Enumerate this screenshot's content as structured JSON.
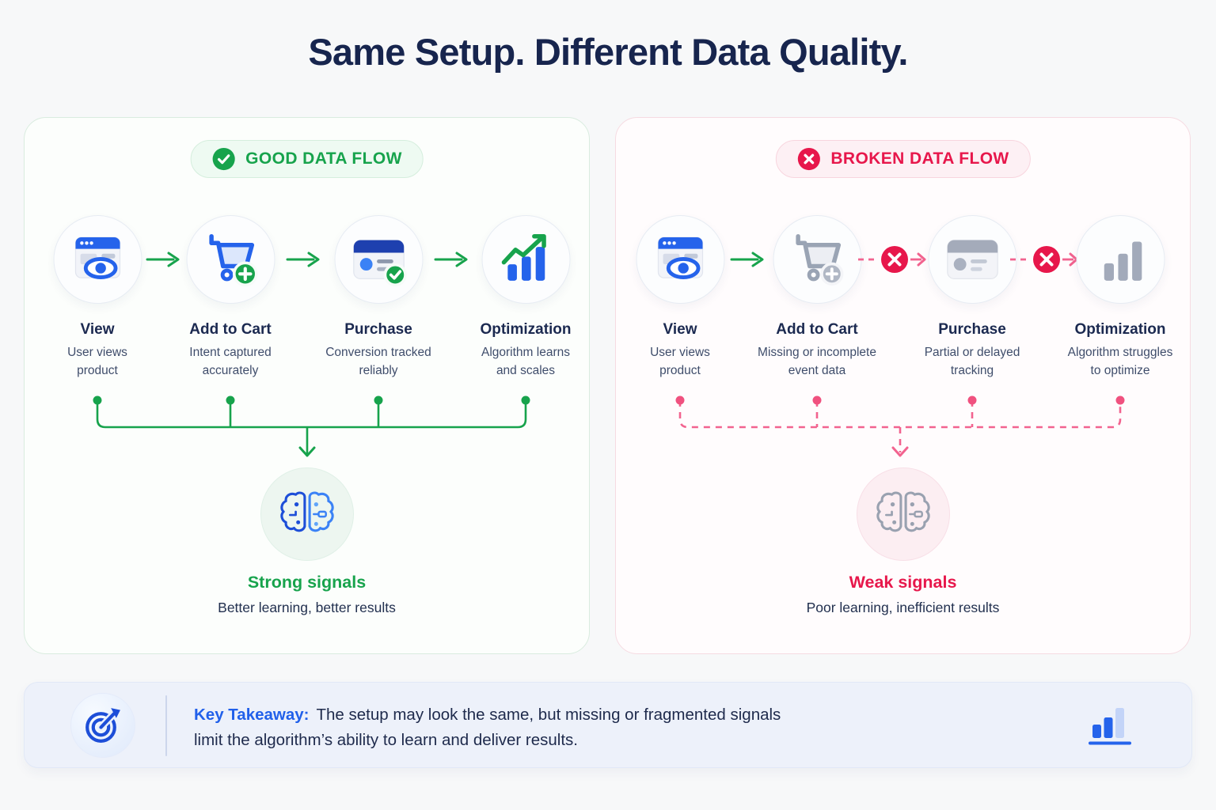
{
  "title": "Same Setup. Different Data Quality.",
  "colors": {
    "green": "#17a34c",
    "red": "#e7174b",
    "pink_dash": "#f2638f",
    "blue": "#2563eb",
    "blue_dark": "#1e40af",
    "navy": "#17254e",
    "gray_icon": "#9aa4b4"
  },
  "panels": {
    "good": {
      "badge_label": "GOOD DATA FLOW",
      "badge_icon": "check-circle-icon",
      "steps": [
        {
          "title": "View",
          "desc": "User views\nproduct",
          "icon": "browser-eye-icon"
        },
        {
          "title": "Add to Cart",
          "desc": "Intent captured\naccurately",
          "icon": "cart-plus-icon"
        },
        {
          "title": "Purchase",
          "desc": "Conversion tracked\nreliably",
          "icon": "card-check-icon"
        },
        {
          "title": "Optimization",
          "desc": "Algorithm learns\nand scales",
          "icon": "growth-chart-icon"
        }
      ],
      "signal_title": "Strong signals",
      "signal_desc": "Better learning, better results",
      "brain_icon": "brain-circuit-icon"
    },
    "broken": {
      "badge_label": "BROKEN DATA FLOW",
      "badge_icon": "x-circle-icon",
      "steps": [
        {
          "title": "View",
          "desc": "User views\nproduct",
          "icon": "browser-eye-icon"
        },
        {
          "title": "Add to Cart",
          "desc": "Missing or incomplete\nevent data",
          "icon": "cart-gray-icon"
        },
        {
          "title": "Purchase",
          "desc": "Partial or delayed\ntracking",
          "icon": "card-gray-icon"
        },
        {
          "title": "Optimization",
          "desc": "Algorithm struggles\nto optimize",
          "icon": "bars-gray-icon"
        }
      ],
      "signal_title": "Weak signals",
      "signal_desc": "Poor learning, inefficient results",
      "brain_icon": "brain-gray-icon"
    }
  },
  "takeaway": {
    "label": "Key Takeaway:",
    "text": "The setup may look the same, but missing or fragmented signals\nlimit the algorithm’s ability to learn and deliver results."
  }
}
